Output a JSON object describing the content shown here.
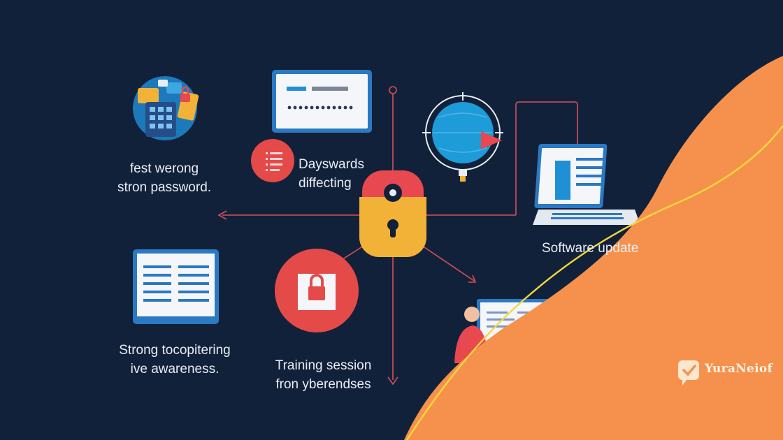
{
  "labels": {
    "strong_password": [
      "fest werong",
      "stron password."
    ],
    "dayswards": [
      "Dayswards",
      "diffecting"
    ],
    "software_update": "Software update",
    "awareness": [
      "Strong tocopitering",
      "ive awareness."
    ],
    "training": [
      "Training session",
      "fron yberendses"
    ]
  },
  "brand": {
    "name": "YuraNeiof"
  },
  "colors": {
    "background": "#12213a",
    "connector": "#d2505a",
    "lock_top": "#e8484f",
    "lock_bottom": "#f2b237",
    "accent_orange": "#f6914d",
    "accent_yellow": "#f4d83c",
    "screen": "#f4f6fa",
    "screen_blue": "#1f8fd6",
    "circle_red": "#e44b48",
    "circle_blue": "#1e9bd9"
  },
  "icons": [
    "padlock-icon",
    "password-field-icon",
    "document-list-icon",
    "globe-icon",
    "laptop-icon",
    "monitor-icon",
    "lock-badge-icon",
    "person-at-desk-icon",
    "security-devices-icon",
    "check-chat-icon"
  ]
}
